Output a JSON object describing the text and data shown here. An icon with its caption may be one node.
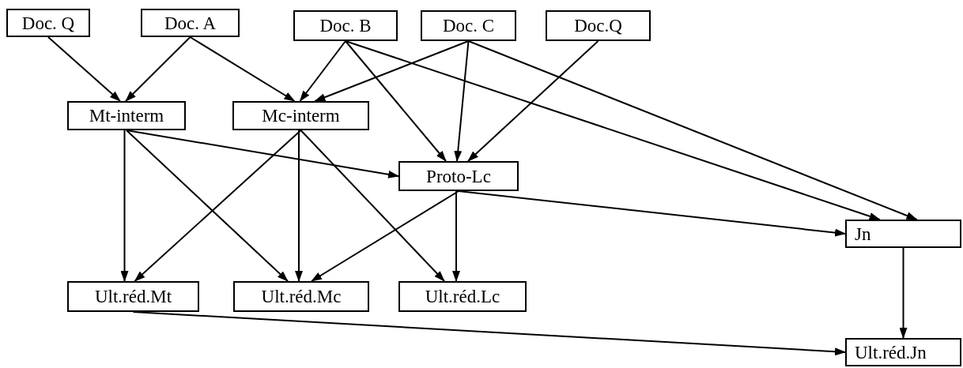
{
  "diagram": {
    "nodes": [
      {
        "text": [
          "Doc. Q"
        ]
      },
      {
        "text": [
          "Doc. A"
        ]
      },
      {
        "text": [
          "Doc. B"
        ]
      },
      {
        "text": [
          "Doc. C"
        ]
      },
      {
        "text": [
          "Doc.Q"
        ]
      },
      {
        "text": [
          "Mt-interm"
        ]
      },
      {
        "text": [
          "Mc-interm"
        ]
      },
      {
        "text": [
          "Proto-Lc"
        ]
      },
      {
        "text": [
          "Jn"
        ]
      },
      {
        "text": [
          "Ult.réd.Mt"
        ]
      },
      {
        "text": [
          "Ult.réd.Mc"
        ]
      },
      {
        "text": [
          "Ult.réd.Lc"
        ]
      },
      {
        "text": [
          "Ult.réd.Jn"
        ]
      }
    ],
    "edges": [
      {
        "from": 0,
        "to": 5,
        "arrow": "to"
      },
      {
        "from": 1,
        "to": 5,
        "arrow": "to"
      },
      {
        "from": 1,
        "to": 6,
        "arrow": "to"
      },
      {
        "from": 2,
        "to": 6,
        "arrow": "to"
      },
      {
        "from": 2,
        "to": 7,
        "arrow": "to"
      },
      {
        "from": 2,
        "to": 8,
        "arrow": "to"
      },
      {
        "from": 3,
        "to": 6,
        "arrow": "to"
      },
      {
        "from": 3,
        "to": 7,
        "arrow": "to"
      },
      {
        "from": 3,
        "to": 8,
        "arrow": "to"
      },
      {
        "from": 4,
        "to": 7,
        "arrow": "to"
      },
      {
        "from": 5,
        "to": 7,
        "arrow": "to"
      },
      {
        "from": 5,
        "to": 9,
        "arrow": "to"
      },
      {
        "from": 5,
        "to": 10,
        "arrow": "to"
      },
      {
        "from": 6,
        "to": 9,
        "arrow": "to"
      },
      {
        "from": 6,
        "to": 10,
        "arrow": "to"
      },
      {
        "from": 6,
        "to": 11,
        "arrow": "to"
      },
      {
        "from": 7,
        "to": 10,
        "arrow": "to"
      },
      {
        "from": 7,
        "to": 11,
        "arrow": "to"
      },
      {
        "from": 7,
        "to": 8,
        "arrow": "to"
      },
      {
        "from": 8,
        "to": 12,
        "arrow": "to"
      },
      {
        "from": 9,
        "to": 12,
        "arrow": "to"
      }
    ]
  }
}
